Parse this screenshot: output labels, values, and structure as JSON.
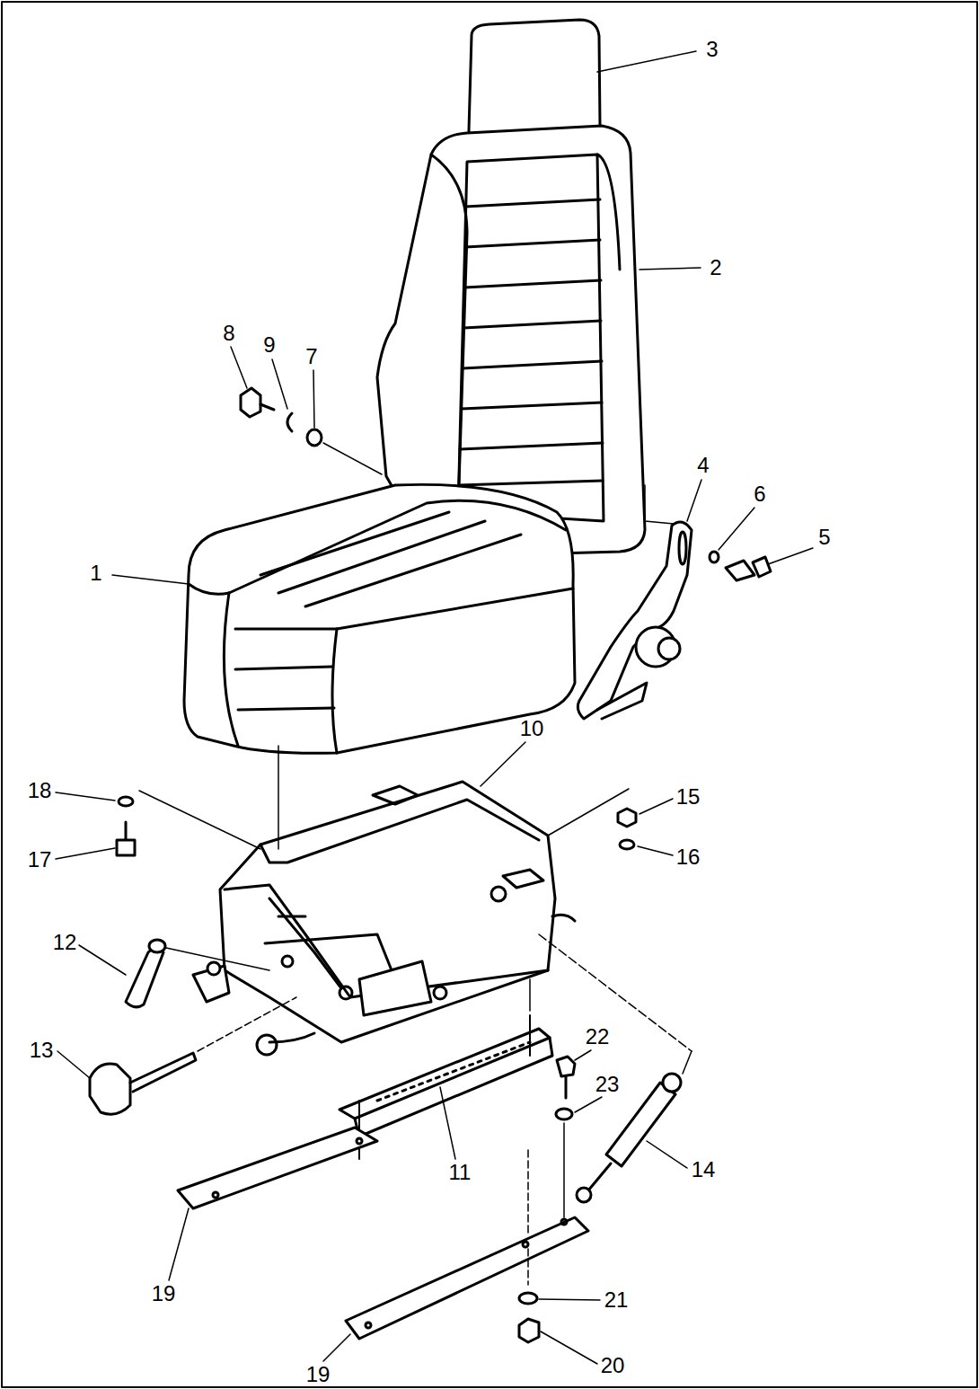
{
  "diagram": {
    "labels": [
      "3",
      "2",
      "8",
      "9",
      "7",
      "4",
      "6",
      "5",
      "1",
      "10",
      "18",
      "15",
      "17",
      "16",
      "12",
      "22",
      "13",
      "23",
      "11",
      "14",
      "19",
      "21",
      "19",
      "20"
    ]
  }
}
